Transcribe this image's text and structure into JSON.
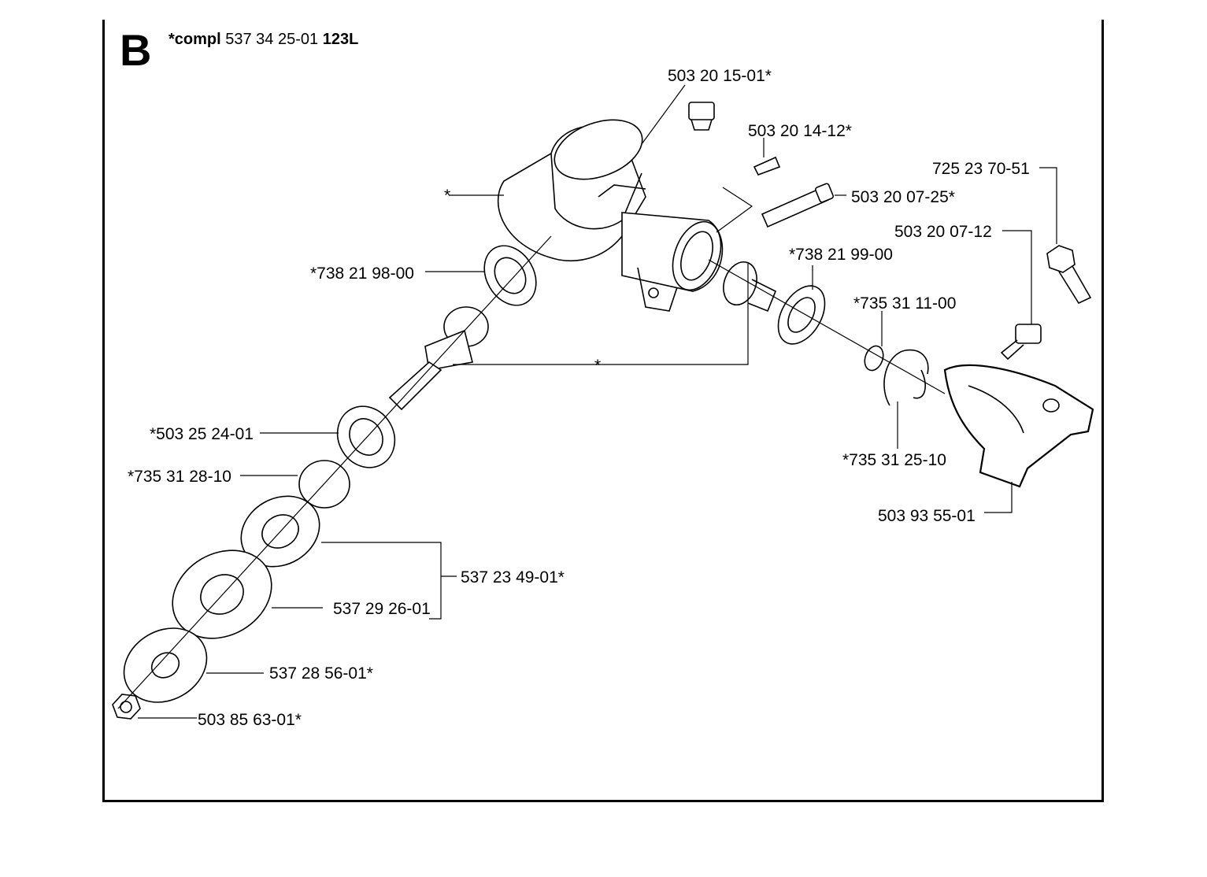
{
  "header": {
    "section_letter": "B",
    "prefix": "*compl",
    "part_number": "537 34 25-01",
    "model": "123L"
  },
  "labels": {
    "screw_top": "503 20 15-01*",
    "screw_small": "503 20 14-12*",
    "housing_star": "*",
    "screw_long": "503 20 07-25*",
    "bolt_hex": "725 23 70-51",
    "screw_guard": "503 20 07-12",
    "bearing_upper_left": "*738 21 98-00",
    "bearing_right": "*738 21 99-00",
    "circlip_small": "*735 31 11-00",
    "gear_star": "*",
    "bearing_lower": "*503 25 24-01",
    "circlip_lower": "*735 31 28-10",
    "circlip_right": "*735 31 25-10",
    "guard": "503 93 55-01",
    "drive_disc_kit": "537 23 49-01*",
    "support_cup": "537 29 26-01",
    "washer": "537 28 56-01*",
    "nut": "503 85 63-01*"
  }
}
